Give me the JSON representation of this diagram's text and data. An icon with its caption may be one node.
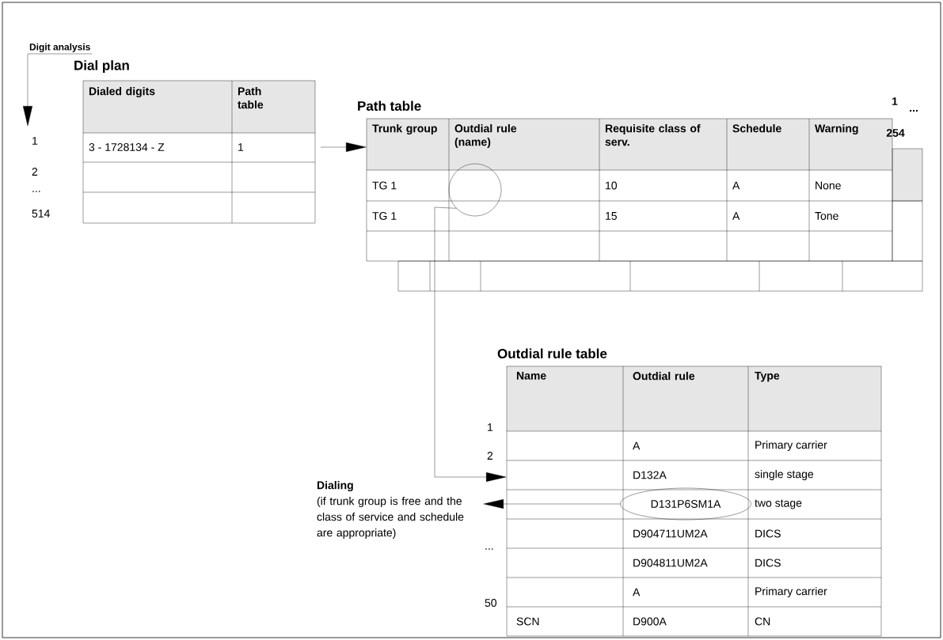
{
  "diagram": {
    "nodes": [
      {
        "text": [
          "Digit analysis"
        ]
      },
      {
        "text": [
          "Dial plan"
        ]
      },
      {
        "text": [
          "Path table"
        ]
      },
      {
        "text": [],
        "shape": "circle",
        "in": 2
      },
      {
        "text": [
          "Outdial rule table"
        ]
      },
      {
        "text": [
          "D131P6SM1A"
        ],
        "in": 4
      },
      {
        "text": [
          "Dialing",
          "(if trunk group is free and the class of service and schedule are appropriate)"
        ]
      }
    ],
    "edges": [
      {
        "from": 0,
        "to": null,
        "arrow": "to"
      },
      {
        "from": 1,
        "to": 2,
        "arrow": "to"
      },
      {
        "from": 3,
        "to": 4,
        "arrow": "to"
      },
      {
        "from": 5,
        "to": 6,
        "arrow": "to"
      }
    ],
    "labels": [
      "1",
      "2",
      "...",
      "514",
      "Dialed digits",
      "Path table",
      "3 - 1728134 - Z",
      "1",
      "1",
      "...",
      "254",
      "Trunk group",
      "Outdial rule (name)",
      "Requisite class of serv.",
      "Schedule",
      "Warning",
      "TG 1",
      "10",
      "A",
      "None",
      "TG 1",
      "15",
      "A",
      "Tone",
      "Name",
      "Outdial rule",
      "Type",
      "1",
      "A",
      "Primary carrier",
      "2",
      "D132A",
      "single stage",
      "two stage",
      "D904711UM2A",
      "DICS",
      "...",
      "D904811UM2A",
      "DICS",
      "A",
      "Primary carrier",
      "50",
      "SCN",
      "D900A",
      "CN"
    ]
  }
}
